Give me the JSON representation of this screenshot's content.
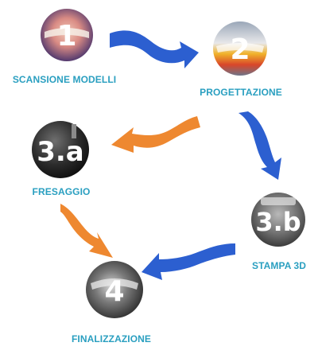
{
  "colors": {
    "label": "#2a9fc0",
    "arrow_blue": "#2c5fd0",
    "arrow_orange": "#ee8830"
  },
  "steps": {
    "scansione": {
      "badge": "1",
      "label": "SCANSIONE MODELLI"
    },
    "progettazione": {
      "badge": "2",
      "label": "PROGETTAZIONE"
    },
    "fresaggio": {
      "badge": "3.a",
      "label": "FRESAGGIO"
    },
    "stampa": {
      "badge": "3.b",
      "label": "STAMPA 3D"
    },
    "finalizzazione": {
      "badge": "4",
      "label": "FINALIZZAZIONE"
    }
  }
}
